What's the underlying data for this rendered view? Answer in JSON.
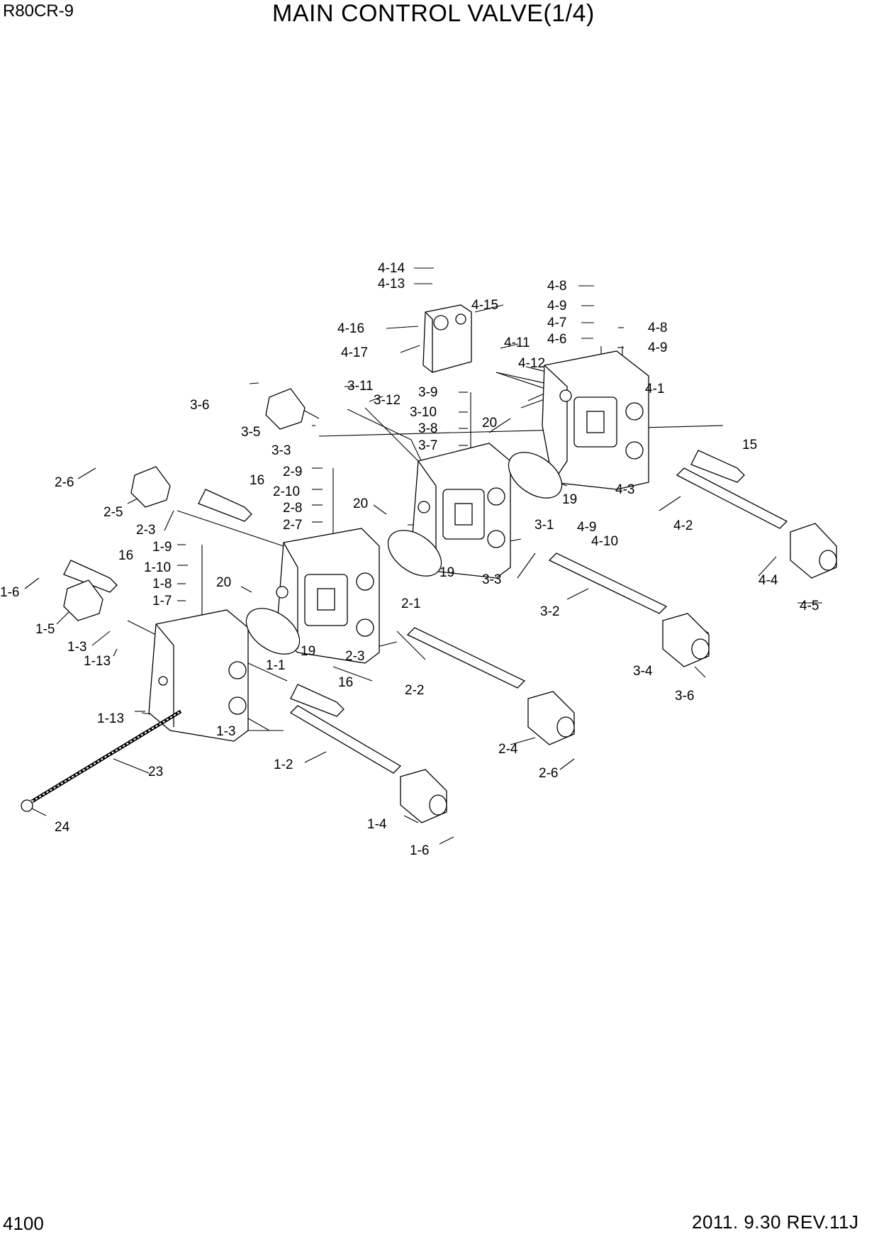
{
  "header": {
    "model": "R80CR-9",
    "title": "MAIN CONTROL VALVE(1/4)"
  },
  "footer": {
    "page_number": "4100",
    "revision": "2011. 9.30 REV.11J"
  },
  "callouts": [
    "4-14",
    "4-13",
    "4-15",
    "4-16",
    "4-17",
    "4-11",
    "4-12",
    "4-8",
    "4-9",
    "4-7",
    "4-6",
    "4-8",
    "4-9",
    "4-1",
    "3-11",
    "3-12",
    "3-9",
    "3-10",
    "3-8",
    "3-7",
    "20",
    "3-6",
    "3-5",
    "3-3",
    "15",
    "19",
    "4-3",
    "4-9",
    "4-10",
    "4-2",
    "2-6",
    "2-5",
    "2-3",
    "16",
    "2-9",
    "2-10",
    "2-8",
    "2-7",
    "20",
    "3-1",
    "19",
    "3-3",
    "4-4",
    "4-5",
    "1-6",
    "1-5",
    "16",
    "1-9",
    "1-10",
    "1-8",
    "1-7",
    "20",
    "2-1",
    "3-2",
    "1-3",
    "1-13",
    "19",
    "2-3",
    "1-1",
    "3-4",
    "3-6",
    "16",
    "2-2",
    "1-13",
    "1-3",
    "2-4",
    "2-6",
    "1-2",
    "23",
    "24",
    "1-4",
    "1-6"
  ]
}
